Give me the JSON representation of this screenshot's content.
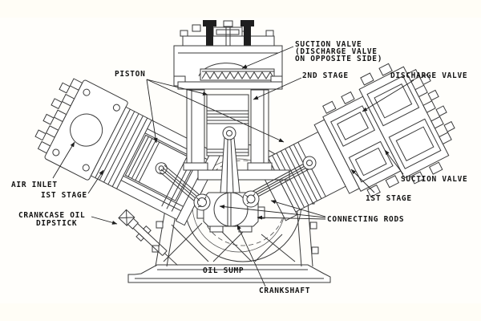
{
  "diagram": {
    "background": "#fffefb",
    "line_color": "#3a3a3a",
    "label_color": "#141414",
    "labels": {
      "suction_valve_note_line1": "SUCTION VALVE",
      "suction_valve_note_line2": "(DISCHARGE VALVE",
      "suction_valve_note_line3": "ON OPPOSITE SIDE)",
      "piston": "PISTON",
      "second_stage": "2ND STAGE",
      "discharge_valve": "DISCHARGE VALVE",
      "air_inlet": "AIR INLET",
      "first_stage_left": "IST STAGE",
      "suction_valve_right": "SUCTION VALVE",
      "first_stage_right": "1ST STAGE",
      "crankcase_oil_line1": "CRANKCASE OIL",
      "crankcase_oil_line2": "DIPSTICK",
      "connecting_rods": "CONNECTING RODS",
      "oil_sump": "OIL SUMP",
      "crankshaft": "CRANKSHAFT"
    }
  }
}
